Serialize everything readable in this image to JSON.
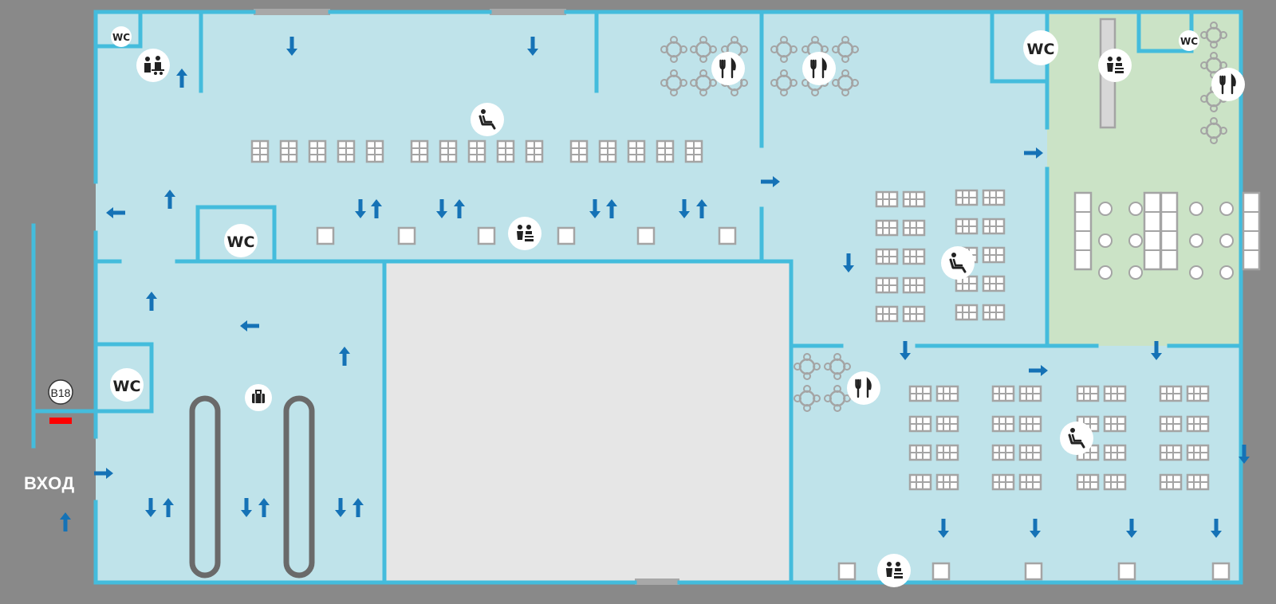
{
  "labels": {
    "entrance": "ВХОД",
    "gate": "B18",
    "wc": "WC"
  },
  "legend_icons": {
    "restroom": "wc-icon",
    "restaurant": "fork-knife-icon",
    "seating": "seat-icon",
    "service_desk": "information-desk-icon",
    "family_room": "family-room-icon",
    "baggage": "baggage-icon",
    "flow_direction": "arrow-icon"
  },
  "colors": {
    "background": "#898989",
    "floor": "#bfe3ea",
    "wall": "#44bcdc",
    "restricted_area": "#e6e6e6",
    "lounge_area": "#cbe3c6",
    "arrow": "#1572b6",
    "furniture": "#a4a4a4",
    "gate_marker": "#ff0000"
  }
}
